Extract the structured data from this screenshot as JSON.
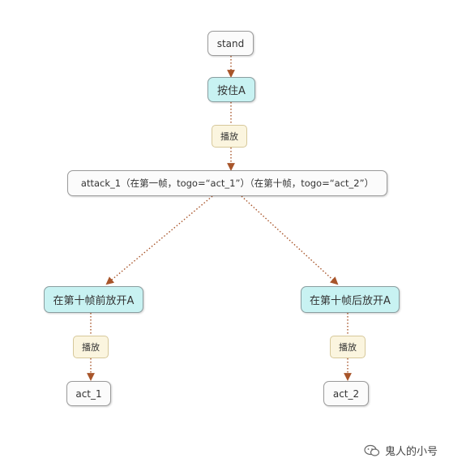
{
  "nodes": {
    "stand": "stand",
    "press_a": "按住A",
    "play_top": "播放",
    "attack": "attack_1（在第一帧，togo=“act_1”）（在第十帧，togo=“act_2”）",
    "release_before": "在第十帧前放开A",
    "release_after": "在第十帧后放开A",
    "play_left": "播放",
    "play_right": "播放",
    "act1": "act_1",
    "act2": "act_2"
  },
  "watermark": {
    "text": "鬼人的小号",
    "icon": "wechat-icon"
  },
  "colors": {
    "arrow": "#a8552a",
    "key_fill": "#c8f2f2",
    "play_fill": "#fbf5df"
  }
}
